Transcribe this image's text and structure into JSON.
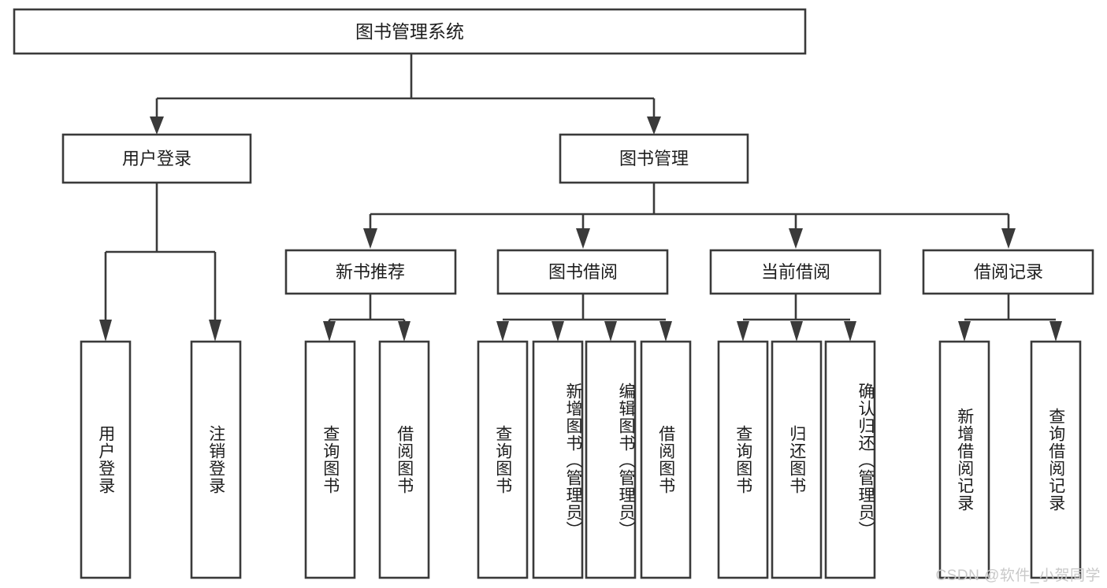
{
  "diagram": {
    "title": "图书管理系统",
    "type": "tree",
    "watermark": "CSDN @软件_小贺同学",
    "colors": {
      "box_stroke": "#3a3a3a",
      "box_fill": "#ffffff",
      "text": "#1d1d1d",
      "connector": "#3a3a3a",
      "watermark": "#c9c9c9",
      "background": "#ffffff"
    },
    "root": {
      "label": "图书管理系统"
    },
    "level1": [
      {
        "label": "用户登录"
      },
      {
        "label": "图书管理"
      }
    ],
    "level2": [
      {
        "label": "新书推荐"
      },
      {
        "label": "图书借阅"
      },
      {
        "label": "当前借阅"
      },
      {
        "label": "借阅记录"
      }
    ],
    "leaves": {
      "user_login": [
        {
          "label": "用户登录"
        },
        {
          "label": "注销登录"
        }
      ],
      "new_book_recommend": [
        {
          "label": "查询图书"
        },
        {
          "label": "借阅图书"
        }
      ],
      "book_borrow": [
        {
          "label": "查询图书"
        },
        {
          "label": "新增图书（管理员）"
        },
        {
          "label": "编辑图书（管理员）"
        },
        {
          "label": "借阅图书"
        }
      ],
      "current_borrow": [
        {
          "label": "查询图书"
        },
        {
          "label": "归还图书"
        },
        {
          "label": "确认归还（管理员）"
        }
      ],
      "borrow_record": [
        {
          "label": "新增借阅记录"
        },
        {
          "label": "查询借阅记录"
        }
      ]
    }
  }
}
